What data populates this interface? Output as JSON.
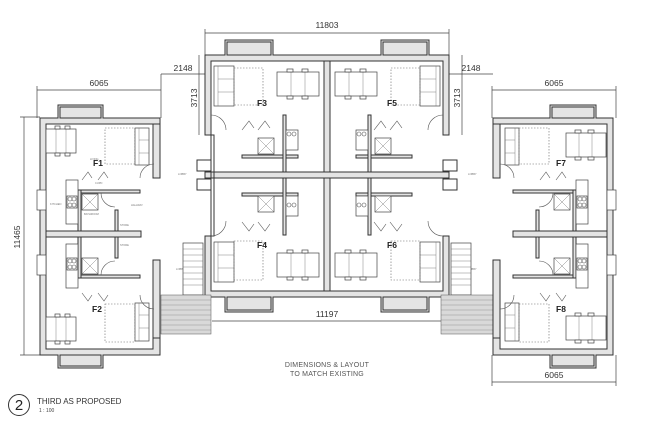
{
  "drawing": {
    "title": "THIRD AS PROPOSED",
    "number": "2",
    "scale": "1 : 100",
    "note_line1": "DIMENSIONS & LAYOUT",
    "note_line2": "TO MATCH EXISTING"
  },
  "dimensions": {
    "top_overall": "11803",
    "left_wing_width": "6065",
    "right_wing_width": "6065",
    "bottom_right_width": "6065",
    "left_step": "2148",
    "right_step": "2148",
    "left_step_depth": "3713",
    "right_step_depth": "3713",
    "left_height": "11465",
    "bottom_center": "11197"
  },
  "units": [
    {
      "id": "F1",
      "label": "F1"
    },
    {
      "id": "F2",
      "label": "F2"
    },
    {
      "id": "F3",
      "label": "F3"
    },
    {
      "id": "F4",
      "label": "F4"
    },
    {
      "id": "F5",
      "label": "F5"
    },
    {
      "id": "F6",
      "label": "F6"
    },
    {
      "id": "F7",
      "label": "F7"
    },
    {
      "id": "F8",
      "label": "F8"
    }
  ],
  "rooms": {
    "living": "LIVING",
    "dining": "DINING",
    "kitchen": "KITCHEN",
    "bathroom": "BATHROOM",
    "hallway": "HALLWAY",
    "store": "STORE",
    "cupd": "CUPD",
    "lobby": "LOBBY"
  },
  "colors": {
    "line": "#333333",
    "wall_fill": "#e4e4e4",
    "background": "#ffffff"
  }
}
